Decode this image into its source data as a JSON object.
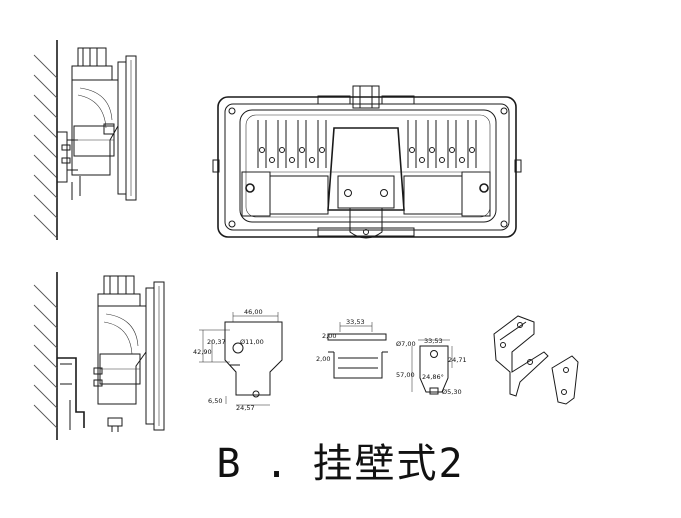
{
  "caption": {
    "letter": "B",
    "dot": ".",
    "title": "挂壁式2"
  },
  "dimensions": {
    "bracket_width": "46,00",
    "bracket_offset": "20,37",
    "bracket_height": "42,90",
    "hole_diameter": "Ø11,00",
    "foot_height": "6,50",
    "foot_width": "24,57",
    "plate_width": "33,53",
    "plate_thickness_top": "2,00",
    "plate_thickness_side": "2,00",
    "side_hole": "Ø7,00",
    "side_width": "33,53",
    "side_offset": "24,71",
    "side_height": "57,00",
    "side_angle": "24,86°",
    "side_slot": "Ø5,30"
  }
}
